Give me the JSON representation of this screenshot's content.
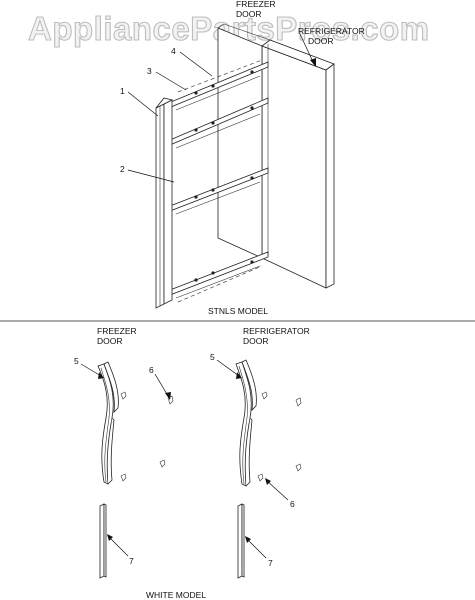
{
  "watermark": "AppliancePartsPros.com",
  "stainless": {
    "freezer_label_1": "FREEZER",
    "freezer_label_2": "DOOR",
    "fridge_label_1": "REFRIGERATOR",
    "fridge_label_2": "DOOR",
    "caption": "STNLS MODEL",
    "callouts": {
      "c1": "1",
      "c2": "2",
      "c3": "3",
      "c4": "4"
    }
  },
  "white": {
    "freezer_label_1": "FREEZER",
    "freezer_label_2": "DOOR",
    "fridge_label_1": "REFRIGERATOR",
    "fridge_label_2": "DOOR",
    "caption": "WHITE MODEL",
    "callouts": {
      "c5a": "5",
      "c6a": "6",
      "c7a": "7",
      "c5b": "5",
      "c6b": "6",
      "c7b": "7"
    }
  },
  "colors": {
    "line": "#222222",
    "watermark_fill": "#f2f2f2",
    "watermark_stroke": "#bdbdbd",
    "divider": "#555555"
  }
}
